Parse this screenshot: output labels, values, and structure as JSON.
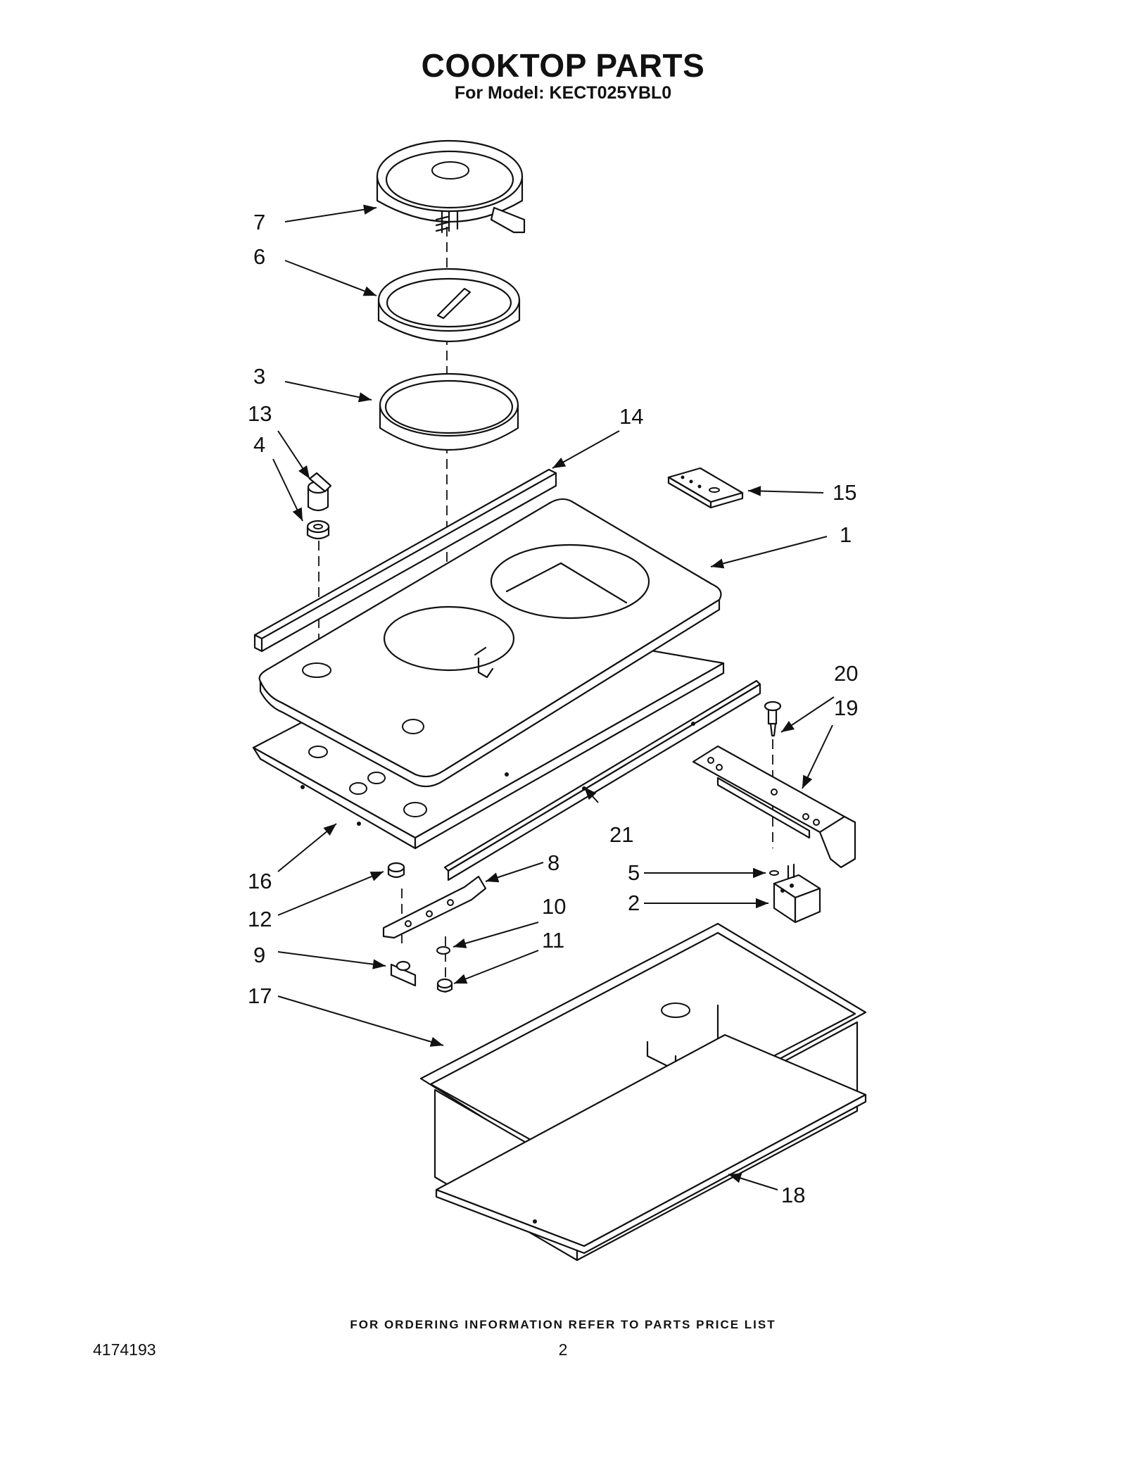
{
  "header": {
    "title": "COOKTOP PARTS",
    "subtitle": "For Model: KECT025YBL0"
  },
  "callouts": {
    "c1": "1",
    "c2": "2",
    "c3": "3",
    "c4": "4",
    "c5": "5",
    "c6": "6",
    "c7": "7",
    "c8": "8",
    "c9": "9",
    "c10": "10",
    "c11": "11",
    "c12": "12",
    "c13": "13",
    "c14": "14",
    "c15": "15",
    "c16": "16",
    "c17": "17",
    "c18": "18",
    "c19": "19",
    "c20": "20",
    "c21": "21"
  },
  "footer": {
    "note": "FOR ORDERING INFORMATION REFER TO PARTS PRICE LIST",
    "doc_number": "4174193",
    "page_number": "2"
  }
}
